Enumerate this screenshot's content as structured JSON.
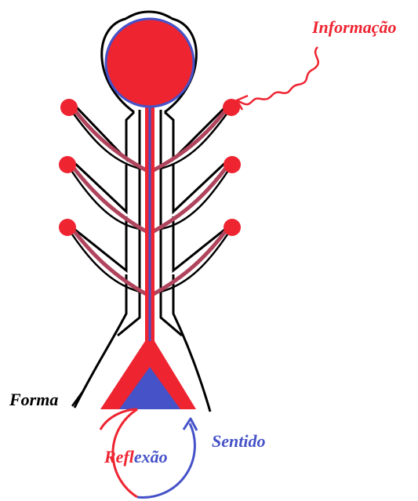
{
  "labels": {
    "informacao": "Informação",
    "forma": "Forma",
    "sentido": "Sentido",
    "reflexao_red": "Refl",
    "reflexao_blue": "exão"
  },
  "colors": {
    "red": "#ee2431",
    "blue": "#4552c8",
    "pink": "#b0445d",
    "black": "#000000"
  }
}
